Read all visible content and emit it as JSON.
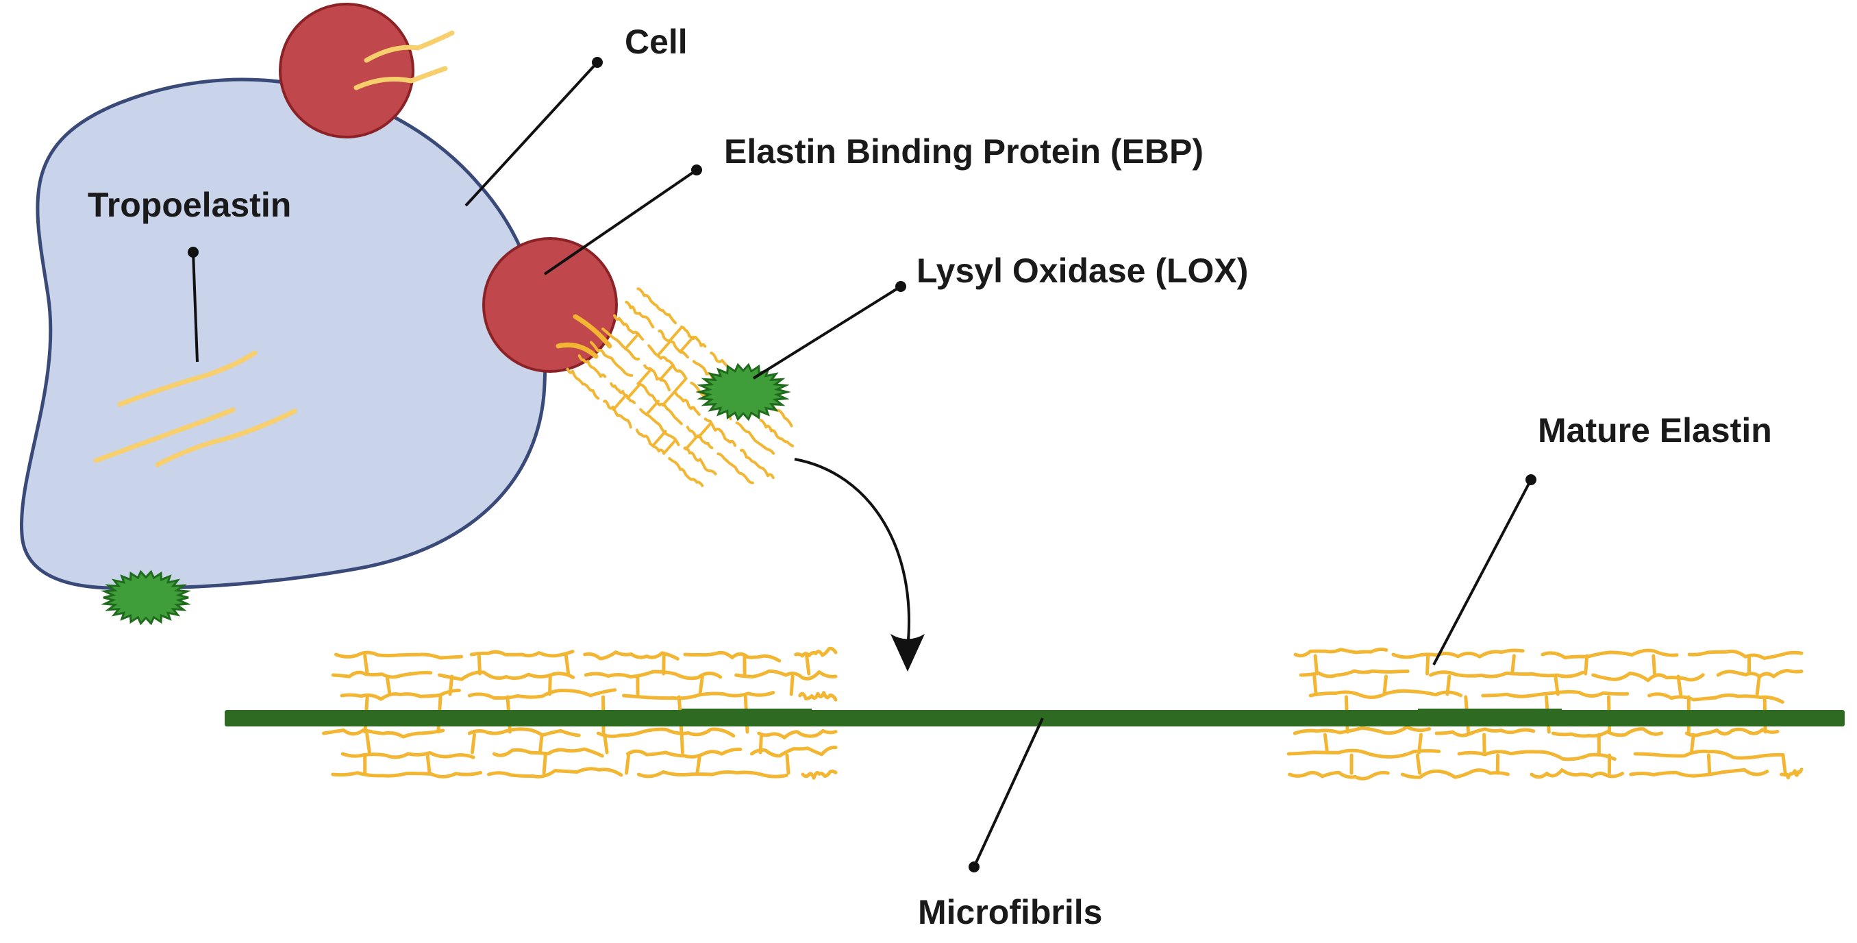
{
  "labels": {
    "cell": "Cell",
    "ebp": "Elastin Binding Protein (EBP)",
    "tropoelastin": "Tropoelastin",
    "lox": "Lysyl Oxidase (LOX)",
    "mature_elastin": "Mature Elastin",
    "microfibrils": "Microfibrils"
  },
  "colors": {
    "cell_fill": "#c9d3ea",
    "cell_stroke": "#3a4a78",
    "ebp_fill": "#c0474b",
    "ebp_stroke": "#8a2226",
    "fiber": "#f2b632",
    "fiber_light": "#f7cf6c",
    "lox_fill": "#3f9d3a",
    "lox_stroke": "#1f6b1c",
    "microfibril": "#2f6a22",
    "leader": "#111111",
    "text": "#1a1a1a"
  }
}
